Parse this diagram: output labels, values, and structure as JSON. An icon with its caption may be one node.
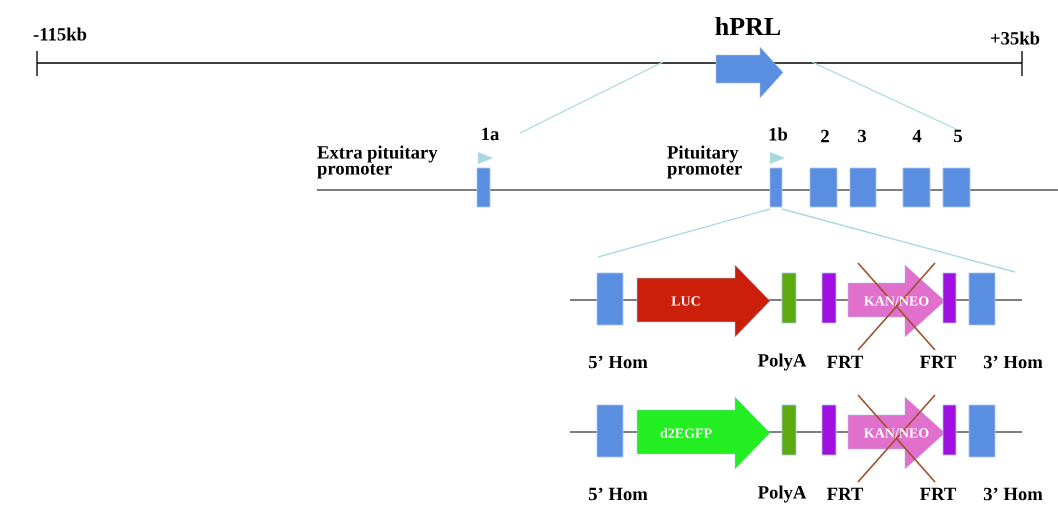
{
  "diagram": {
    "nodes": [
      {
        "text": [
          "hPRL"
        ]
      },
      {
        "text": [
          "1a"
        ]
      },
      {
        "text": [
          "1b"
        ]
      },
      {
        "text": [
          "2"
        ]
      },
      {
        "text": [
          "3"
        ]
      },
      {
        "text": [
          "4"
        ]
      },
      {
        "text": [
          "5"
        ]
      },
      {
        "text": [
          "5’ Hom"
        ]
      },
      {
        "text": [
          "LUC"
        ]
      },
      {
        "text": [
          "PolyA"
        ]
      },
      {
        "text": [
          "FRT"
        ]
      },
      {
        "text": [
          "KAN/NEO"
        ]
      },
      {
        "text": [
          "FRT"
        ]
      },
      {
        "text": [
          "3’ Hom"
        ]
      },
      {
        "text": [
          "5’ Hom"
        ]
      },
      {
        "text": [
          "d2EGFP"
        ]
      },
      {
        "text": [
          "PolyA"
        ]
      },
      {
        "text": [
          "FRT"
        ]
      },
      {
        "text": [
          "KAN/NEO"
        ]
      },
      {
        "text": [
          "FRT"
        ]
      },
      {
        "text": [
          "3’ Hom"
        ]
      }
    ],
    "labels": [
      "-115kb",
      "+35kb",
      "Extra pituitary promoter",
      "Pituitary promoter"
    ]
  }
}
